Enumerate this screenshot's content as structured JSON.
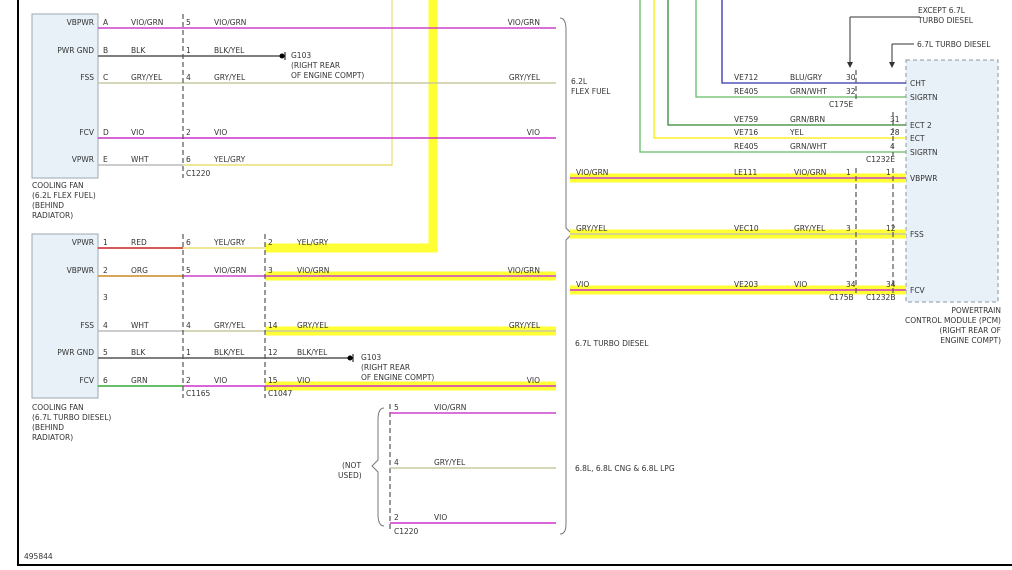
{
  "figure_id": "495844",
  "colors": {
    "vio_grn": "#cc44cc",
    "blk": "#555555",
    "gry_yel": "#c8c8a0",
    "vio": "#cc33cc",
    "wht": "#bbbbbb",
    "yel": "#ffee00",
    "yel_gry": "#e8e070",
    "red": "#cc2222",
    "orange": "#cc8822",
    "grn": "#33aa33",
    "blu_gry": "#3333aa",
    "grn_wht": "#66bb66",
    "grn_brn": "#338833",
    "highlight": "#ffff33"
  },
  "fan1": {
    "pins": [
      "VBPWR",
      "PWR GND",
      "FSS",
      "FCV",
      "VPWR"
    ],
    "cavities": [
      "A",
      "B",
      "C",
      "D",
      "E"
    ],
    "wire_colors": [
      "VIO/GRN",
      "BLK",
      "GRY/YEL",
      "VIO",
      "WHT"
    ],
    "connector_pins": [
      "5",
      "1",
      "4",
      "2",
      "6"
    ],
    "connector_colors": [
      "VIO/GRN",
      "BLK/YEL",
      "GRY/YEL",
      "VIO",
      "YEL/GRY"
    ],
    "connector": "C1220",
    "caption": [
      "COOLING FAN",
      "(6.2L FLEX FUEL)",
      "(BEHIND",
      "RADIATOR)"
    ]
  },
  "fan2": {
    "pins": [
      "VPWR",
      "VBPWR",
      "",
      "FSS",
      "PWR GND",
      "FCV"
    ],
    "cavities": [
      "1",
      "2",
      "3",
      "4",
      "5",
      "6"
    ],
    "wire_colors": [
      "RED",
      "ORG",
      "",
      "WHT",
      "BLK",
      "GRN"
    ],
    "c1165_pins": [
      "6",
      "5",
      "",
      "4",
      "1",
      "2"
    ],
    "c1165_colors": [
      "YEL/GRY",
      "VIO/GRN",
      "",
      "GRY/YEL",
      "BLK/YEL",
      "VIO"
    ],
    "c1047_pins": [
      "2",
      "3",
      "",
      "14",
      "12",
      "15"
    ],
    "c1047_colors": [
      "YEL/GRY",
      "VIO/GRN",
      "",
      "GRY/YEL",
      "BLK/YEL",
      "VIO"
    ],
    "connector_a": "C1165",
    "connector_b": "C1047",
    "caption": [
      "COOLING FAN",
      "(6.7L TURBO DIESEL)",
      "(BEHIND",
      "RADIATOR)"
    ]
  },
  "ground_1": {
    "label": "G103",
    "desc": [
      "(RIGHT REAR",
      "OF ENGINE COMPT)"
    ]
  },
  "ground_2": {
    "label": "G103",
    "desc": [
      "(RIGHT REAR",
      "OF ENGINE COMPT)"
    ]
  },
  "right_labels": {
    "r1_vbpwr": "VIO/GRN",
    "r1_fss": "GRY/YEL",
    "r1_fcv": "VIO",
    "r2_vbpwr": "VIO/GRN",
    "r2_fss": "GRY/YEL",
    "r2_fcv": "VIO"
  },
  "notes": {
    "flex_fuel": [
      "6.2L",
      "FLEX FUEL"
    ],
    "turbo_diesel": "6.7L TURBO DIESEL",
    "other_engines": "6.8L, 6.8L CNG & 6.8L LPG",
    "not_used": [
      "(NOT",
      "USED)"
    ],
    "except_diesel": [
      "EXCEPT 6.7L",
      "TURBO DIESEL"
    ],
    "diesel_only": "6.7L TURBO DIESEL"
  },
  "not_used_block": {
    "pins": [
      "5",
      "4",
      "2"
    ],
    "colors": [
      "VIO/GRN",
      "GRY/YEL",
      "VIO"
    ],
    "connector": "C1220"
  },
  "pcm_rows_top": [
    {
      "circuit": "VE712",
      "color": "BLU/GRY",
      "pin_a": "30",
      "pin_b": "",
      "label": "CHT"
    },
    {
      "circuit": "RE405",
      "color": "GRN/WHT",
      "pin_a": "32",
      "pin_b": "",
      "label": "SIGRTN"
    },
    {
      "circuit": "VE759",
      "color": "GRN/BRN",
      "pin_a": "",
      "pin_b": "31",
      "label": "ECT 2"
    },
    {
      "circuit": "VE716",
      "color": "YEL",
      "pin_a": "",
      "pin_b": "28",
      "label": "ECT"
    },
    {
      "circuit": "RE405",
      "color": "GRN/WHT",
      "pin_a": "",
      "pin_b": "4",
      "label": "SIGRTN"
    }
  ],
  "pcm_rows_main": [
    {
      "wire": "VIO/GRN",
      "circuit": "LE111",
      "color": "VIO/GRN",
      "pin_a": "1",
      "pin_b": "1",
      "label": "VBPWR"
    },
    {
      "wire": "GRY/YEL",
      "circuit": "VEC10",
      "color": "GRY/YEL",
      "pin_a": "3",
      "pin_b": "12",
      "label": "FSS"
    },
    {
      "wire": "VIO",
      "circuit": "VE203",
      "color": "VIO",
      "pin_a": "34",
      "pin_b": "34",
      "label": "FCV"
    }
  ],
  "pcm_connectors": {
    "c175e": "C175E",
    "c1232e": "C1232E",
    "c175b": "C175B",
    "c1232b": "C1232B"
  },
  "pcm_caption": [
    "POWERTRAIN",
    "CONTROL MODULE (PCM)",
    "(RIGHT REAR OF",
    "ENGINE COMPT)"
  ]
}
